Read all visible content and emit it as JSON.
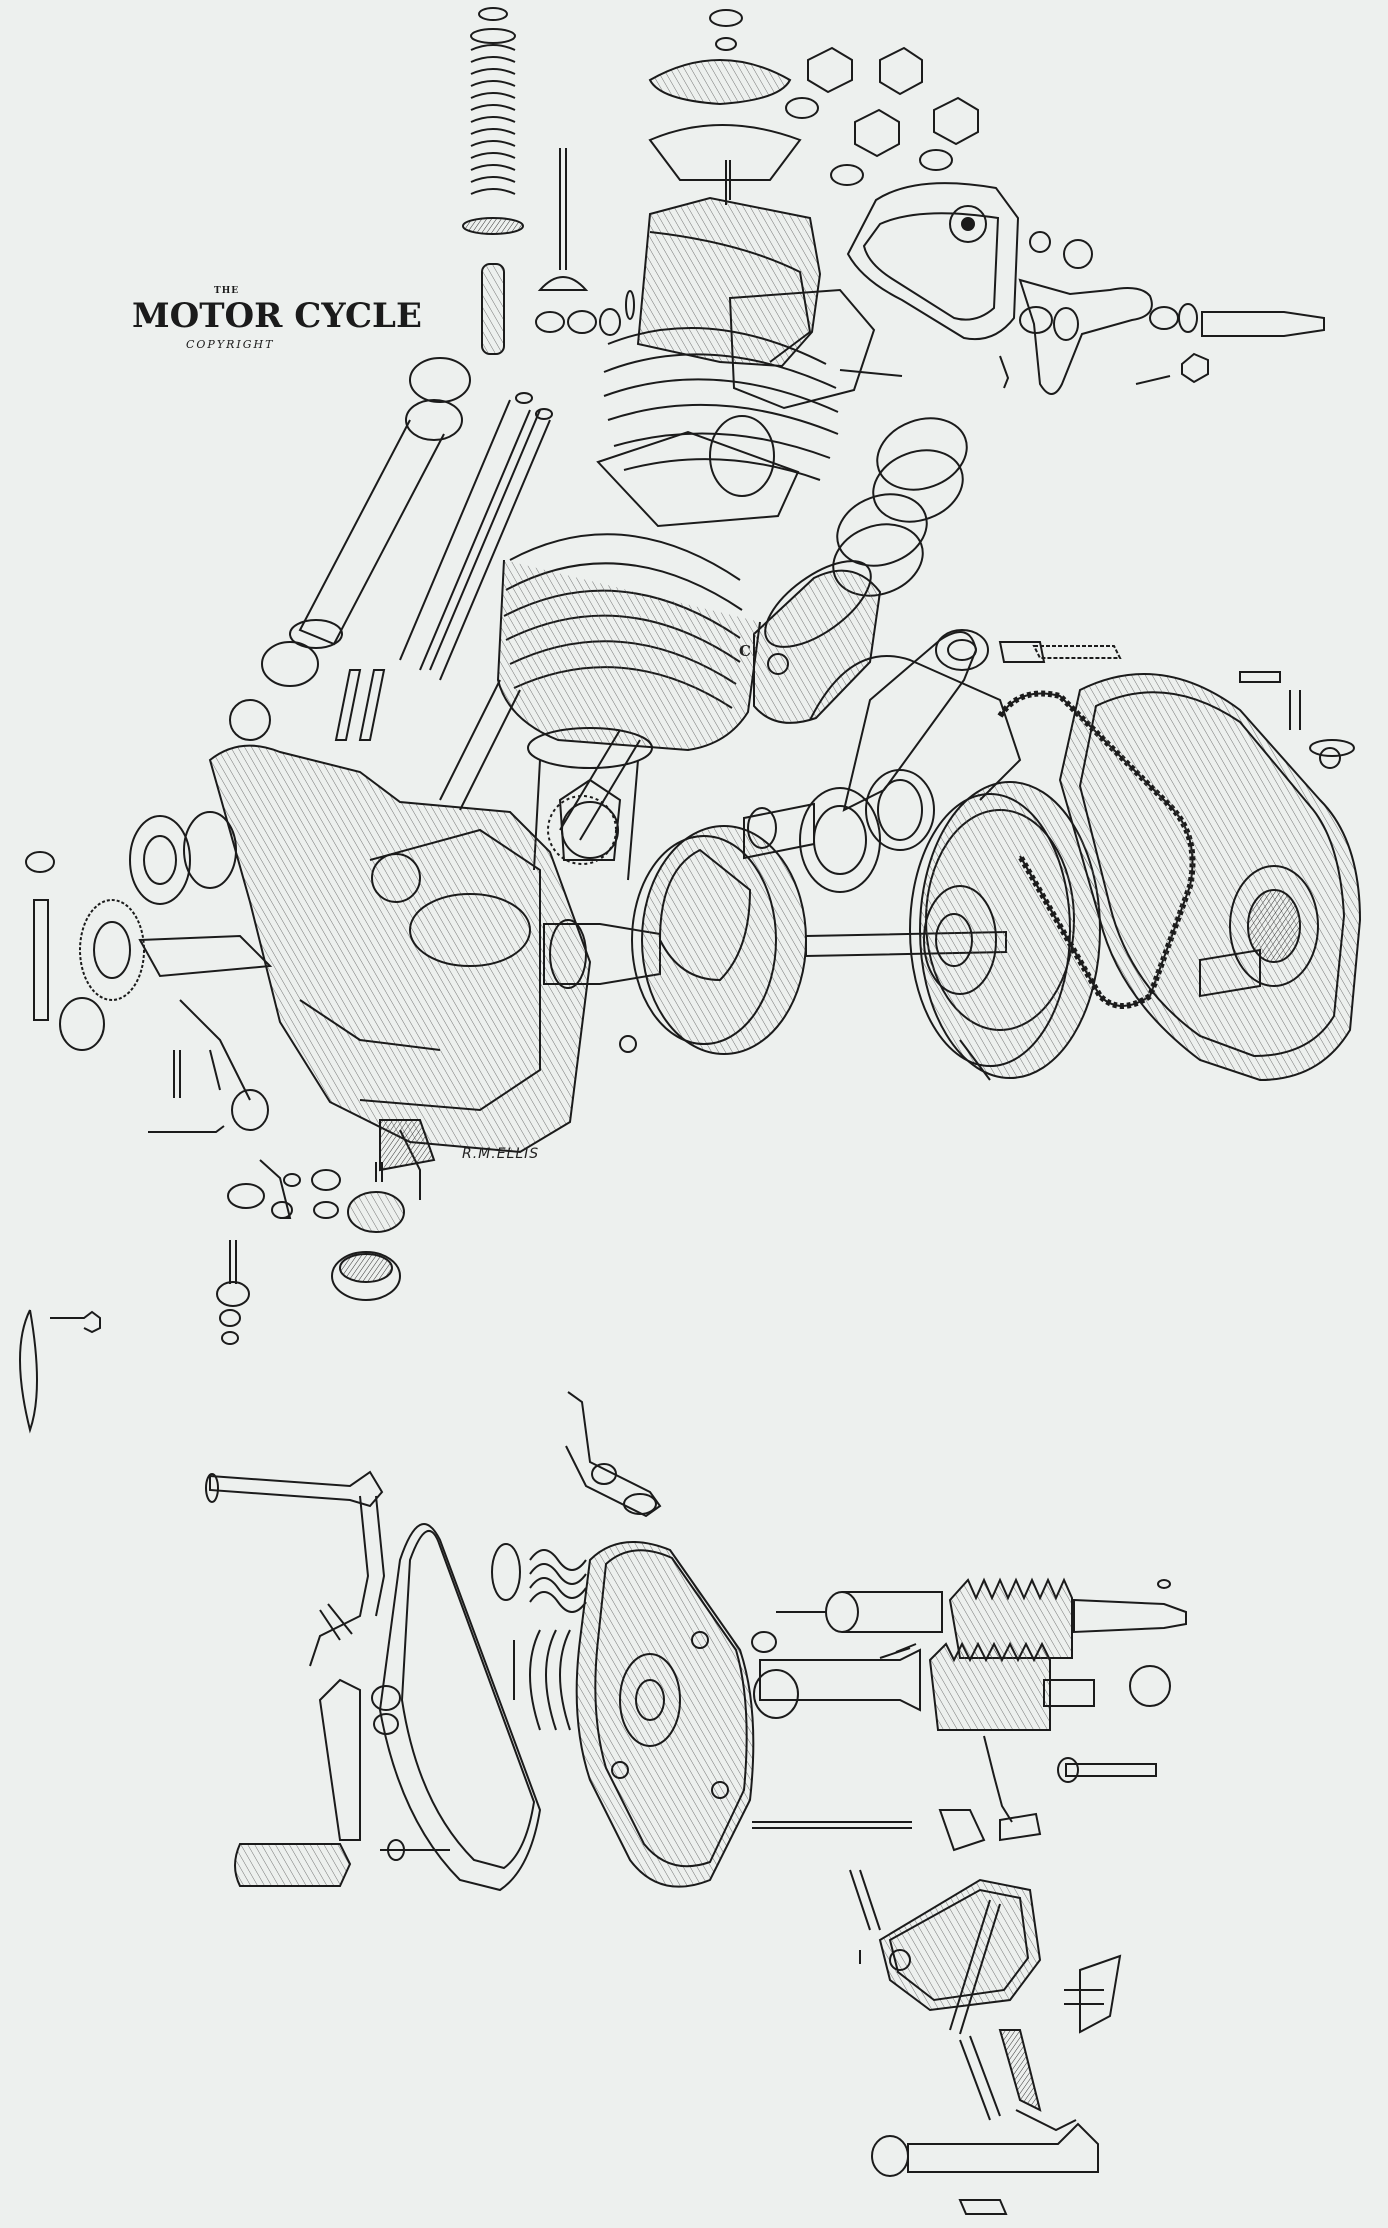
{
  "logo": {
    "the": "THE",
    "main": "MOTOR CYCLE",
    "copyright": "COPYRIGHT"
  },
  "signature": "R.M.ELLIS",
  "part_letter": "C",
  "colors": {
    "background": "#edf0ee",
    "ink": "#1b1b1b",
    "shade": "#8a8d8b"
  }
}
